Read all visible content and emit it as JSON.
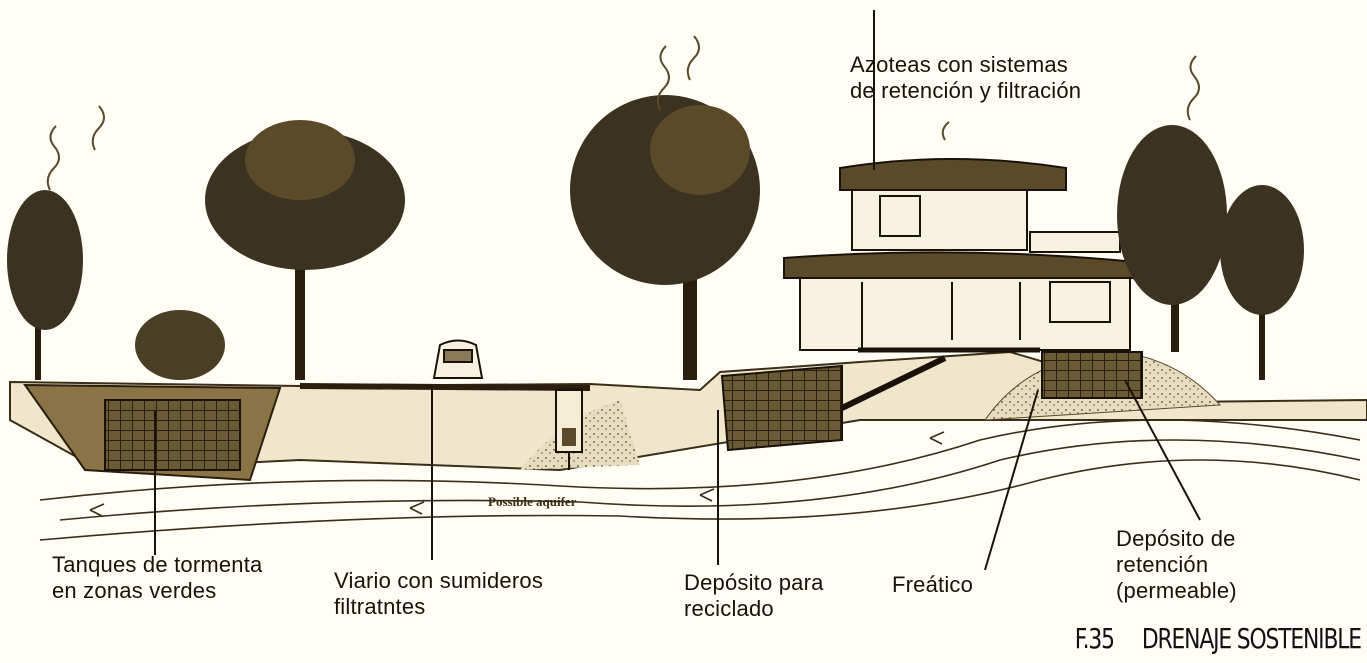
{
  "labels": {
    "roofs": [
      "Azoteas con sistemas",
      "de retención y filtración"
    ],
    "tanks": [
      "Tanques de tormenta",
      "en zonas verdes"
    ],
    "road": [
      "Viario con sumideros",
      "filtratntes"
    ],
    "recycle": [
      "Depósito para",
      "reciclado"
    ],
    "water_table": [
      "Freático"
    ],
    "retention": [
      "Depósito de",
      "retención",
      "(permeable)"
    ],
    "aquifer": "Possible aquifer"
  },
  "caption": {
    "number": "F.35",
    "title": "DRENAJE SOSTENIBLE"
  },
  "colors": {
    "background": "#fffdf6",
    "ink": "#1a1208",
    "foliage": "#3b3220",
    "ground": "#cfc3a0"
  }
}
